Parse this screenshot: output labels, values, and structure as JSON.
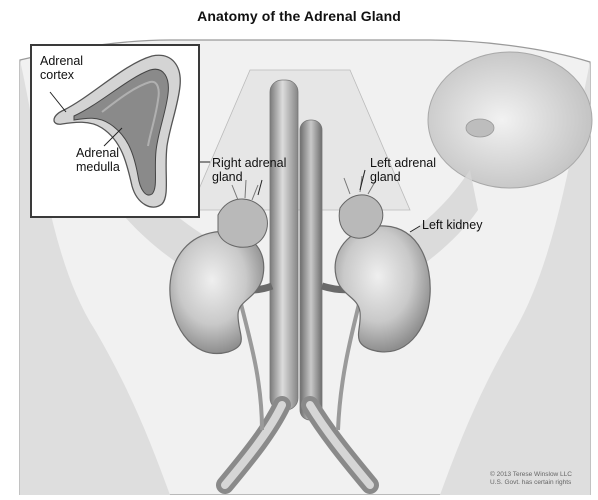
{
  "title": "Anatomy of the Adrenal Gland",
  "labels": {
    "adrenal_cortex": "Adrenal\ncortex",
    "adrenal_medulla": "Adrenal\nmedulla",
    "right_adrenal_gland": "Right adrenal\ngland",
    "left_adrenal_gland": "Left adrenal\ngland",
    "left_kidney": "Left kidney"
  },
  "credit": {
    "line1": "© 2013 Terese Winslow LLC",
    "line2": "U.S. Govt. has certain rights"
  }
}
